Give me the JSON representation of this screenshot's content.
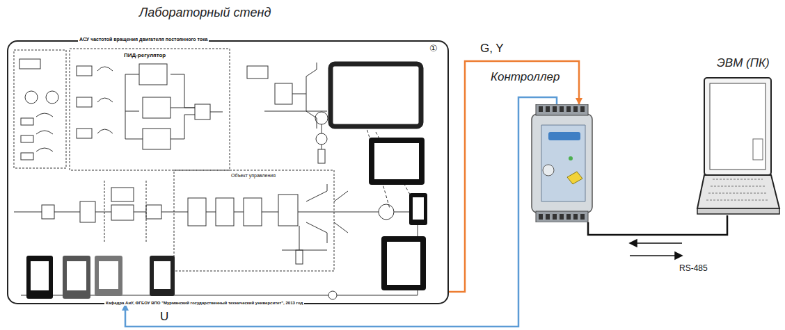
{
  "diagram": {
    "nodes": [
      {
        "text": [
          "Лабораторный стенд"
        ]
      },
      {
        "text": [
          "Контроллер"
        ]
      },
      {
        "text": [
          "ЭВМ (ПК)"
        ]
      }
    ],
    "edges": [
      {
        "from": 0,
        "to": 1,
        "arrow": "to",
        "label": "G, Y"
      },
      {
        "from": 1,
        "to": 0,
        "arrow": "to",
        "label": "U"
      },
      {
        "from": 1,
        "to": 2,
        "arrow": "none",
        "label": "RS-485"
      }
    ],
    "labels": [
      "АСУ частотой вращения двигателя постоянного тока",
      "①",
      "ПИД-регулятор",
      "Объект управления",
      "Кафедра АиУ, ФГБОУ ВПО \"Мурманский государственный технический университет\", 2013 год"
    ]
  }
}
